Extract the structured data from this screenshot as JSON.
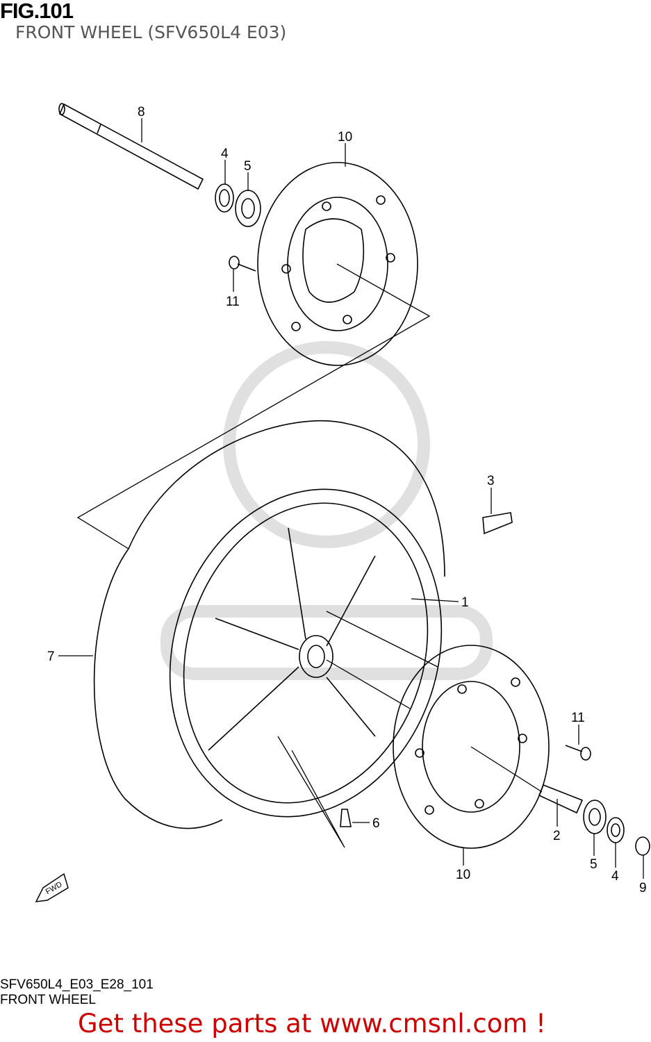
{
  "header": {
    "fig": "FIG.101",
    "subtitle": "FRONT WHEEL (SFV650L4 E03)"
  },
  "footer": {
    "code": "SFV650L4_E03_E28_101",
    "name": "FRONT WHEEL",
    "promo": "Get these parts at www.cmsnl.com !"
  },
  "fwd_label": "FWD",
  "callouts": [
    "8",
    "4",
    "5",
    "10",
    "11",
    "3",
    "1",
    "7",
    "11",
    "6",
    "2",
    "5",
    "4",
    "10",
    "9"
  ],
  "colors": {
    "line": "#000000",
    "promo": "#cc0000",
    "subtitle": "#555555"
  }
}
